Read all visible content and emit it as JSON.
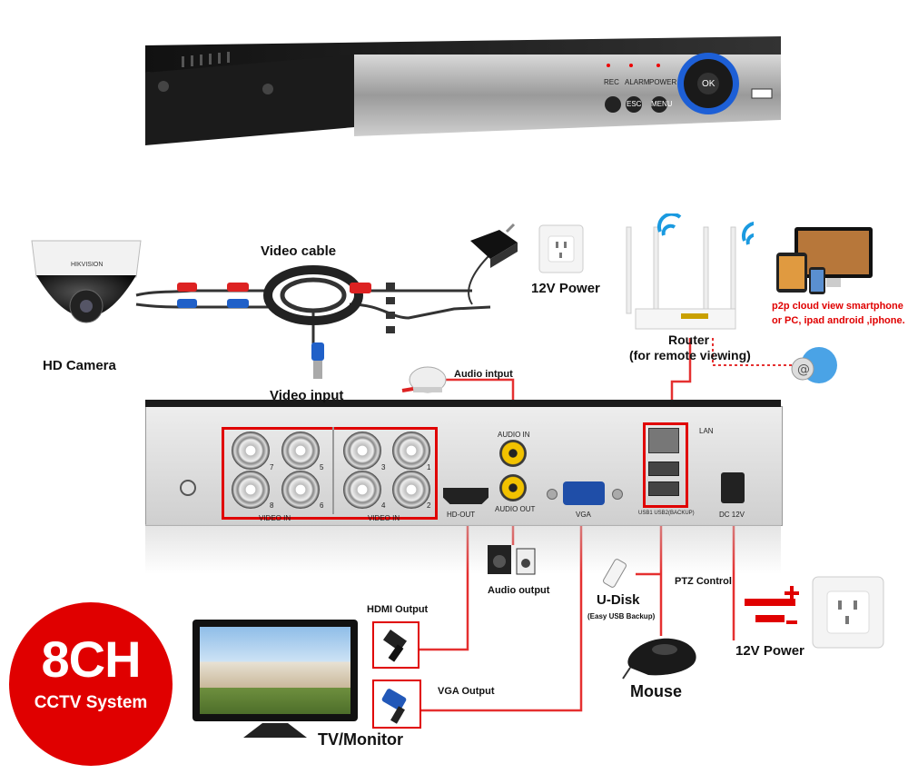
{
  "dvr_front": {
    "buttons": [
      "REC",
      "ALARM",
      "POWER"
    ],
    "menu_keys": [
      "ESC",
      "MENU"
    ],
    "ok_label": "OK"
  },
  "labels": {
    "video_cable": "Video cable",
    "hd_camera": "HD Camera",
    "video_input": "Video input",
    "power_top": "12V Power",
    "router": "Router",
    "router_sub": "(for remote viewing)",
    "cloud_line1": "p2p cloud  view smartphone",
    "cloud_line2": "or PC, ipad android ,iphone.",
    "audio_input": "Audio intput",
    "audio_output": "Audio output",
    "u_disk": "U-Disk",
    "u_disk_sub": "(Easy USB Backup)",
    "ptz": "PTZ Control",
    "power_bottom": "12V Power",
    "hdmi_output": "HDMI Output",
    "vga_output": "VGA Output",
    "mouse": "Mouse",
    "tv_monitor": "TV/Monitor"
  },
  "badge": {
    "title": "8CH",
    "subtitle": "CCTV System"
  },
  "rear_panel": {
    "video_in_label": "VIDEO IN",
    "channels_left": [
      "7",
      "5",
      "8",
      "6"
    ],
    "channels_right": [
      "3",
      "1",
      "4",
      "2"
    ],
    "audio_in": "AUDIO IN",
    "audio_out": "AUDIO OUT",
    "hd_out": "HD-OUT",
    "vga": "VGA",
    "lan": "LAN",
    "usb": "USB1 USB2(BACKUP)",
    "dc": "DC 12V"
  },
  "camera_brand": "HIKVISION",
  "colors": {
    "wire_red": "#e53030",
    "badge_red": "#e00000",
    "ring_blue": "#1d5fd6"
  }
}
